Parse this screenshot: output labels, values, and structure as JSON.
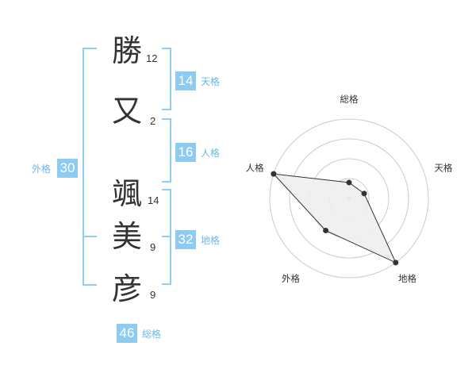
{
  "name": {
    "characters": [
      {
        "char": "勝",
        "strokes": "12"
      },
      {
        "char": "又",
        "strokes": "2"
      },
      {
        "char": "颯",
        "strokes": "14"
      },
      {
        "char": "美",
        "strokes": "9"
      },
      {
        "char": "彦",
        "strokes": "9"
      }
    ]
  },
  "fortunes": {
    "tenkaku": {
      "value": "14",
      "label": "天格"
    },
    "jinkaku": {
      "value": "16",
      "label": "人格"
    },
    "chikaku": {
      "value": "32",
      "label": "地格"
    },
    "gaikaku": {
      "value": "30",
      "label": "外格"
    },
    "soukaku": {
      "value": "46",
      "label": "総格"
    }
  },
  "radar": {
    "axes": [
      "総格",
      "天格",
      "地格",
      "外格",
      "人格"
    ],
    "levels": 4,
    "values": [
      0.2,
      0.2,
      1.0,
      0.5,
      1.0
    ],
    "fill_color": "#eeeeee",
    "line_color": "#333333",
    "grid_color": "#cccccc",
    "accent_color": "#8ecbf2"
  }
}
